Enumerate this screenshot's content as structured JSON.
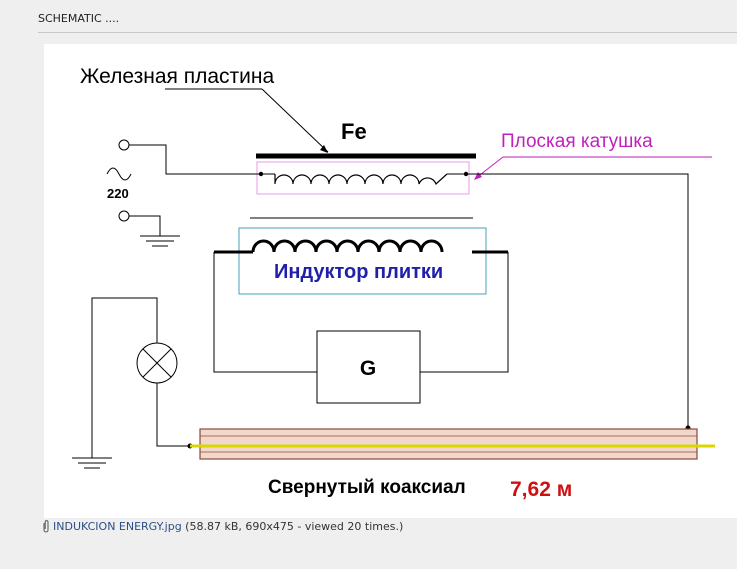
{
  "header": {
    "title": "SCHEMATIC ...."
  },
  "schematic": {
    "label_plate": "Железная пластина",
    "label_fe": "Fe",
    "label_flat_coil": "Плоская катушка",
    "label_voltage": "220",
    "label_inductor": "Индуктор плитки",
    "label_generator": "G",
    "label_coax": "Свернутый коаксиал",
    "label_length": "7,62 м"
  },
  "attachment": {
    "filename": "INDUKCION ENERGY.jpg",
    "meta": "(58.87 kB, 690x475 - viewed 20 times.)"
  },
  "colors": {
    "flat_coil_label": "#c21fbf",
    "flat_coil_box": "#e89ae8",
    "inductor_label": "#1f1fa8",
    "inductor_box": "#4a9fb8",
    "length_label": "#d01010",
    "coax_body": "#f2d8cc",
    "coax_core": "#d8d800",
    "coax_outline": "#8c4a3a"
  }
}
